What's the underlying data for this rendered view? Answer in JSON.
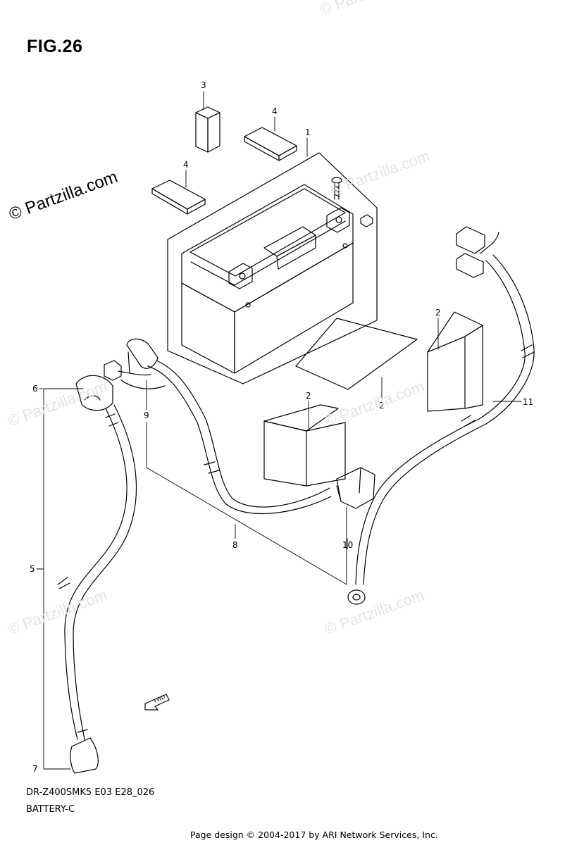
{
  "figure": {
    "title": "FIG.26"
  },
  "watermark": {
    "text": "© Partzilla.com"
  },
  "callouts": [
    "1",
    "2",
    "2",
    "2",
    "3",
    "4",
    "4",
    "5",
    "6",
    "7",
    "8",
    "9",
    "10",
    "11"
  ],
  "fwd_label": "FWD",
  "caption": {
    "code": "DR-Z400SMK5 E03 E28_026",
    "section": "BATTERY-C"
  },
  "footer": {
    "text": "Page design © 2004-2017 by ARI Network Services, Inc."
  }
}
